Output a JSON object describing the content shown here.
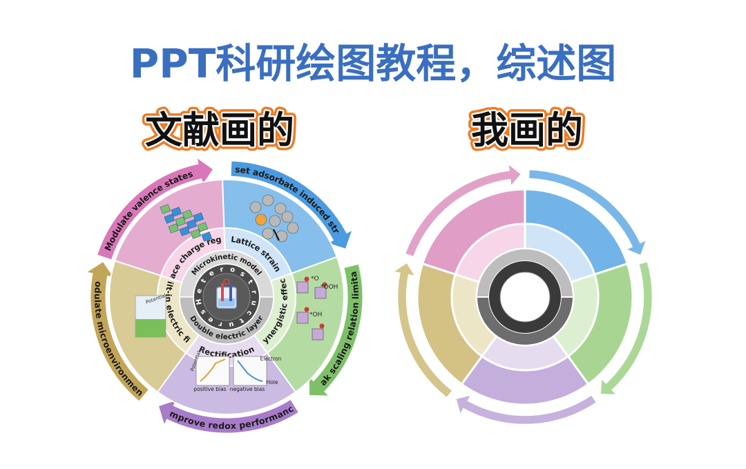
{
  "header": {
    "title": "PPT科研绘图教程，综述图",
    "title_color": "#3a6fc0"
  },
  "panels": {
    "left": {
      "label": "文献画的",
      "outer_arrows": [
        {
          "label": "Modulate valence states",
          "color": "#d978b8"
        },
        {
          "label": "Offset adsorbate induced strain",
          "color": "#4c9be0"
        },
        {
          "label": "Break scaling relation limitation",
          "color": "#7ec06a"
        },
        {
          "label": "Improve redox performance",
          "color": "#a77cc9"
        },
        {
          "label": "Modulate microenvironment",
          "color": "#c2a558"
        }
      ],
      "inner_ring": [
        "Space charge region",
        "Lattice strain",
        "Synergistic effect",
        "Rectification",
        "Built-in electric field"
      ],
      "core": {
        "top": "Microkinetic model",
        "bottom": "Double electric layer",
        "center": "Heterostructures",
        "letters": [
          "H",
          "e",
          "t",
          "e",
          "r",
          "o",
          "s",
          "t",
          "r",
          "u",
          "c",
          "t",
          "u",
          "r",
          "e",
          "s"
        ]
      },
      "image_labels": {
        "potential": "Potential",
        "positive_bias": "positive bias",
        "negative_bias": "negative bias",
        "electron": "Electron",
        "hole": "Hole",
        "o": "*O",
        "ooh": "*OOH",
        "oh": "*OH"
      }
    },
    "right": {
      "label": "我画的"
    }
  },
  "colors": {
    "pink": "#e09ec6",
    "blue": "#72b4e8",
    "green": "#a8d692",
    "purple": "#c3aedc",
    "olive": "#d3c284",
    "ring_gray": "#bdbdbd",
    "ring_dark": "#6d6d6d",
    "label_outline": "#f07a22"
  }
}
